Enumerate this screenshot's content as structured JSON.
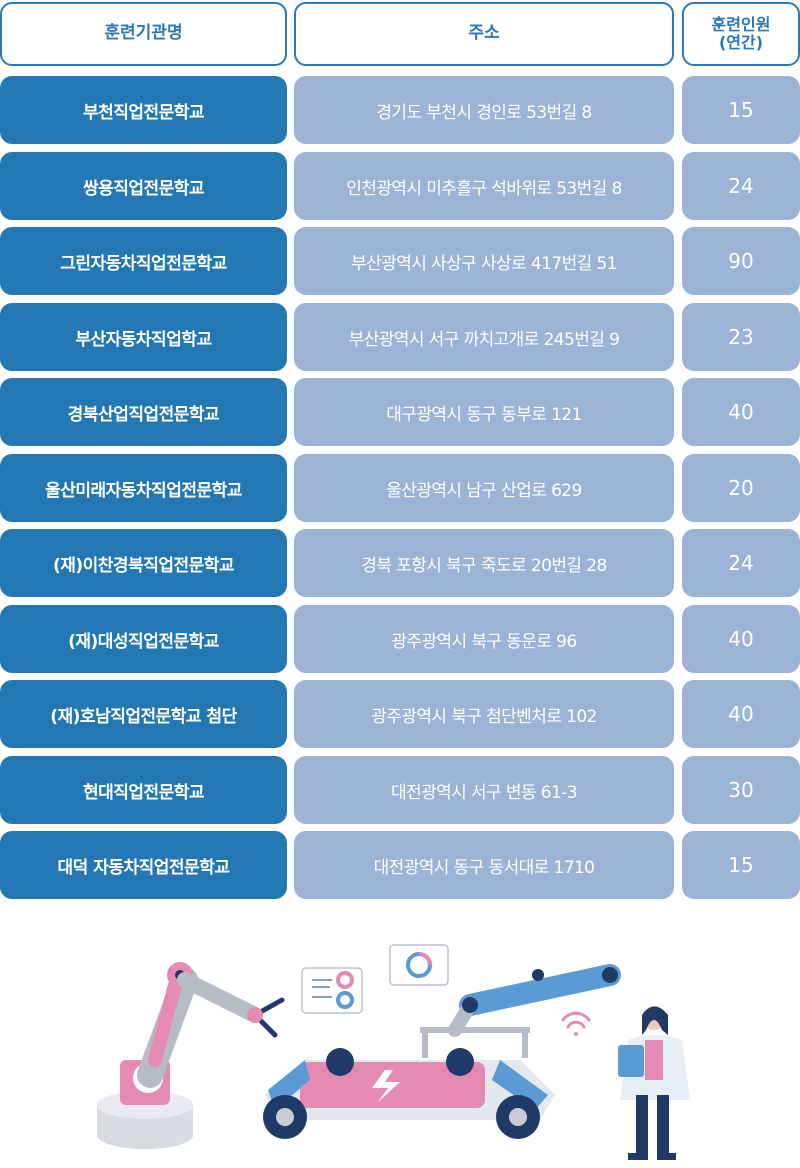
{
  "table": {
    "headers": [
      "훈련기관명",
      "주소",
      "훈련인원\n(연간)"
    ],
    "rows": [
      {
        "name": "부천직업전문학교",
        "address": "경기도 부천시 경인로 53번길 8",
        "count": "15"
      },
      {
        "name": "쌍용직업전문학교",
        "address": "인천광역시 미추홀구 석바위로 53번길 8",
        "count": "24"
      },
      {
        "name": "그린자동차직업전문학교",
        "address": "부산광역시 사상구 사상로 417번길 51",
        "count": "90"
      },
      {
        "name": "부산자동차직업학교",
        "address": "부산광역시 서구 까치고개로 245번길 9",
        "count": "23"
      },
      {
        "name": "경북산업직업전문학교",
        "address": "대구광역시 동구 동부로 121",
        "count": "40"
      },
      {
        "name": "울산미래자동차직업전문학교",
        "address": "울산광역시 남구 산업로 629",
        "count": "20"
      },
      {
        "name": "(재)이찬경북직업전문학교",
        "address": "경북 포항시 북구 죽도로 20번길 28",
        "count": "24"
      },
      {
        "name": "(재)대성직업전문학교",
        "address": "광주광역시 북구 동운로 96",
        "count": "40"
      },
      {
        "name": "(재)호남직업전문학교 첨단",
        "address": "광주광역시 북구 첨단벤처로 102",
        "count": "40"
      },
      {
        "name": "현대직업전문학교",
        "address": "대전광역시 서구 변동 61-3",
        "count": "30"
      },
      {
        "name": "대덕 자동차직업전문학교",
        "address": "대전광역시 동구 동서대로 1710",
        "count": "15"
      }
    ]
  },
  "illustration": {
    "icons": [
      "robot-arm-icon",
      "electric-car-chassis-icon",
      "engineer-person-icon",
      "wifi-icon",
      "dashboard-chart-icon",
      "robot-arm-icon"
    ]
  },
  "colors": {
    "primary": "#2378b4",
    "secondary": "#9bb4d5",
    "header_border": "#2a78b8"
  }
}
